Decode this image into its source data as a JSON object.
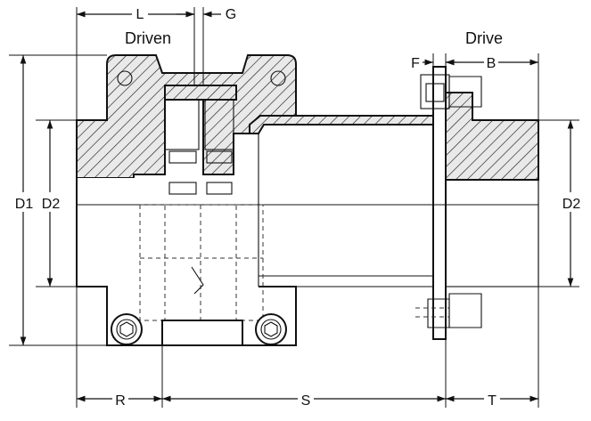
{
  "labels": {
    "L": "L",
    "G": "G",
    "driven": "Driven",
    "drive": "Drive",
    "F": "F",
    "B": "B",
    "D1": "D1",
    "D2_left": "D2",
    "D2_right": "D2",
    "R": "R",
    "S": "S",
    "T": "T"
  },
  "colors": {
    "line": "#111111",
    "fill": "#e9e9e9",
    "background": "#ffffff"
  }
}
